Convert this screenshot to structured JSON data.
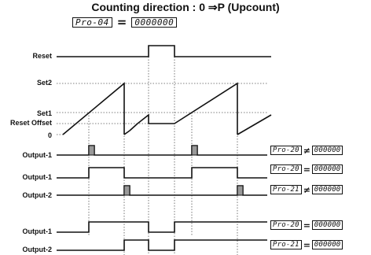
{
  "title": "Counting direction : 0 ⇒P (Upcount)",
  "subtitle": {
    "param": "Pro-04",
    "operator": "=",
    "value": "0000000"
  },
  "levels": {
    "set2": "Set2",
    "set1": "Set1",
    "reset_offset": "Reset Offset",
    "zero": "0"
  },
  "signals": {
    "reset": "Reset",
    "out1_a": "Output-1",
    "out1_b": "Output-1",
    "out2_b": "Output-2",
    "out1_c": "Output-1",
    "out2_c": "Output-2"
  },
  "conditions": [
    {
      "param": "Pro-20",
      "operator": "≠",
      "value": "000000"
    },
    {
      "param": "Pro-20",
      "operator": "=",
      "value": "000000"
    },
    {
      "param": "Pro-21",
      "operator": "≠",
      "value": "000000"
    },
    {
      "param": "Pro-20",
      "operator": "=",
      "value": "000000"
    },
    {
      "param": "Pro-21",
      "operator": "=",
      "value": "000000"
    }
  ]
}
